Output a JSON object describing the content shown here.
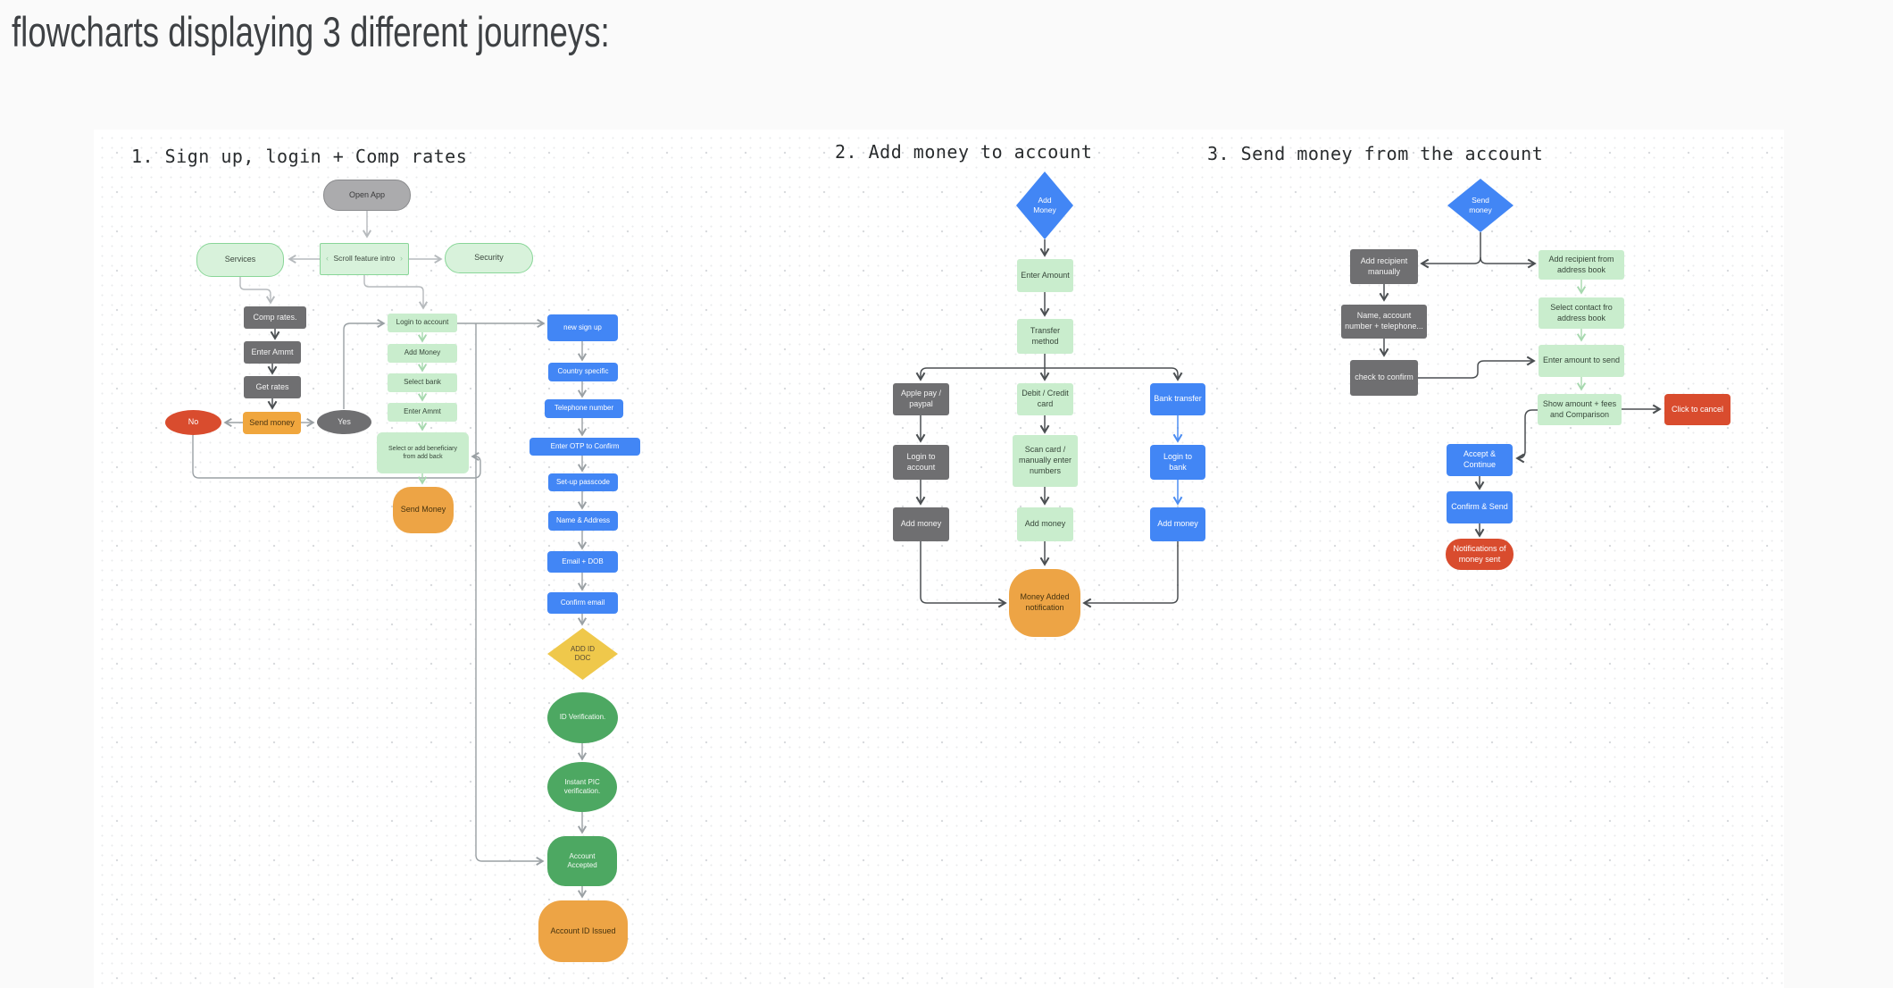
{
  "page": {
    "heading": "flowcharts displaying 3 different journeys:"
  },
  "colors": {
    "blue": "#4286f5",
    "green_light": "#c9edcd",
    "green_pill": "#d8f2db",
    "gray_dark": "#6f6f71",
    "gray_pill": "#ababad",
    "orange": "#eda445",
    "orange_rect": "#f0a63d",
    "red": "#d94c2e",
    "yellow": "#efc84b",
    "green_solid": "#4da862"
  },
  "fc1": {
    "title": "1. Sign up, login + Comp rates",
    "open_app": "Open App",
    "services": "Services",
    "scroll_feature_intro": "Scroll feature intro",
    "chevron_left": "‹",
    "chevron_right": "›",
    "security": "Security",
    "comp_rates": "Comp rates.",
    "enter_ammt": "Enter Ammt",
    "get_rates": "Get rates",
    "no": "No",
    "send_money": "Send money",
    "yes": "Yes",
    "login_to_account": "Login to account",
    "add_money": "Add Money",
    "select_bank": "Select bank",
    "enter_ammt2": "Enter Ammt",
    "beneficiary": "Select or add beneficiary from add back",
    "send_money_big": "Send Money",
    "new_sign_up": "new sign up",
    "country_specific": "Country specific",
    "telephone_number": "Telephone number",
    "enter_otp": "Enter OTP to Confirm",
    "setup_passcode": "Set-up passcode",
    "name_address": "Name & Address",
    "email_dob": "Email + DOB",
    "confirm_email": "Confirm email",
    "add_id_doc": "ADD ID DOC",
    "id_verification": "ID Verification.",
    "instant_pic": "Instant PIC verification.",
    "account_accepted": "Account Accepted",
    "account_id_issued": "Account ID Issued"
  },
  "fc2": {
    "title": "2. Add money to account",
    "add_money_diamond": "Add Money",
    "enter_amount": "Enter Amount",
    "transfer_method": "Transfer method",
    "apple_pay": "Apple pay / paypal",
    "debit_credit": "Debit / Credit card",
    "bank_transfer": "Bank transfer",
    "login_to_account": "Login to account",
    "scan_card": "Scan card / manually enter numbers",
    "login_to_bank": "Login to bank",
    "add_money_gray": "Add money",
    "add_money_green": "Add money",
    "add_money_blue": "Add money",
    "money_added": "Money Added notification"
  },
  "fc3": {
    "title": "3. Send money from the account",
    "send_money_diamond": "Send money",
    "add_recipient_manually": "Add recipient manually",
    "add_recipient_address": "Add recipient from address book",
    "name_account": "Name, account number + telephone...",
    "select_contact": "Select contact fro address book",
    "check_confirm": "check to confirm",
    "enter_amount_send": "Enter amount to send",
    "show_amount": "Show amount + fees and Comparison",
    "click_cancel": "Click to cancel",
    "accept_continue": "Accept & Continue",
    "confirm_send": "Confirm & Send",
    "notifications": "Notifications of money sent"
  }
}
